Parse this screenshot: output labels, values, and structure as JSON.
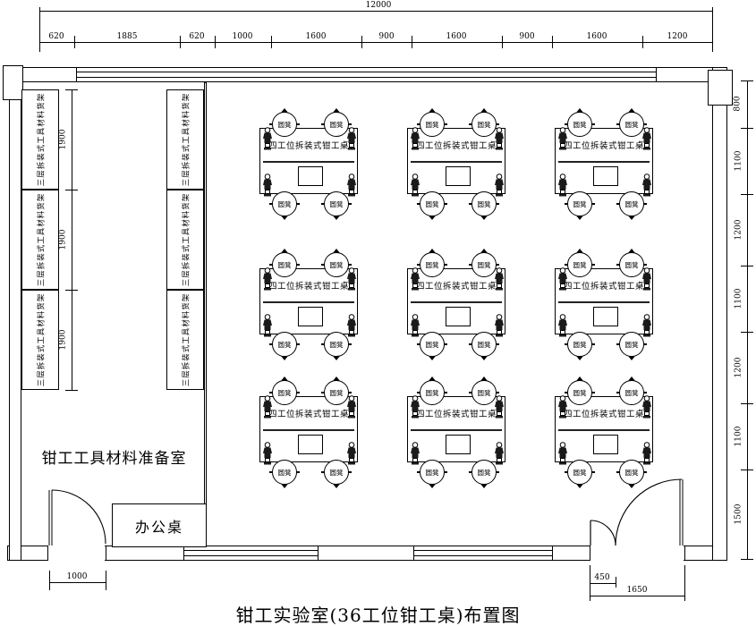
{
  "title": "钳工实验室(36工位钳工桌)布置图",
  "prep_room": {
    "label": "钳工工具材料准备室",
    "desk_label": "办公桌",
    "shelf_label": "三层拆装式工具材料货架"
  },
  "workstation": {
    "table_label": "四工位拆装式钳工桌",
    "stool_label": "圆凳",
    "table_count": 9,
    "stools_per_table": 4
  },
  "dimensions": {
    "top_total": "12000",
    "top_segments": [
      "620",
      "1885",
      "620",
      "1000",
      "1600",
      "900",
      "1600",
      "900",
      "1600",
      "1200"
    ],
    "right_segments": [
      "800",
      "1100",
      "1200",
      "1100",
      "1200",
      "1100",
      "1500"
    ],
    "shelf_segments": [
      "1900",
      "1900",
      "1900"
    ],
    "bottom_left": "1000",
    "bottom_right_inner": "450",
    "bottom_right_outer": "1650"
  },
  "colors": {
    "line": "#000000",
    "background": "#ffffff",
    "vise_fill": "#1a1a1a"
  }
}
